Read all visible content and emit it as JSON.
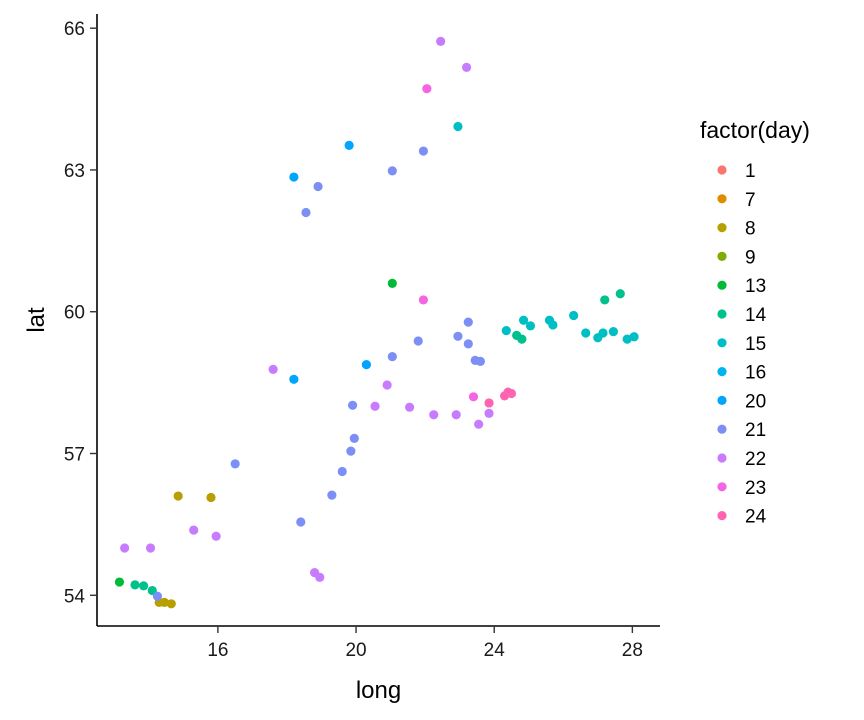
{
  "chart_data": {
    "type": "scatter",
    "xlabel": "long",
    "ylabel": "lat",
    "xlim": [
      12.5,
      28.8
    ],
    "ylim": [
      53.35,
      66.3
    ],
    "x_ticks": [
      16,
      20,
      24,
      28
    ],
    "y_ticks": [
      54,
      57,
      60,
      63,
      66
    ],
    "grid": false,
    "legend": {
      "title": "factor(day)",
      "placement": "right"
    },
    "series": [
      {
        "name": "1",
        "color": "#F8766D",
        "points": []
      },
      {
        "name": "7",
        "color": "#DE8C00",
        "points": []
      },
      {
        "name": "8",
        "color": "#B79F00",
        "points": [
          [
            14.3,
            53.85
          ],
          [
            14.45,
            53.85
          ],
          [
            14.65,
            53.82
          ],
          [
            14.85,
            56.1
          ],
          [
            15.8,
            56.07
          ]
        ]
      },
      {
        "name": "9",
        "color": "#7CAE00",
        "points": []
      },
      {
        "name": "13",
        "color": "#00BA38",
        "points": [
          [
            13.15,
            54.28
          ],
          [
            21.05,
            60.6
          ]
        ]
      },
      {
        "name": "14",
        "color": "#00C08B",
        "points": [
          [
            13.6,
            54.22
          ],
          [
            13.85,
            54.2
          ],
          [
            14.1,
            54.1
          ],
          [
            24.65,
            59.5
          ],
          [
            24.8,
            59.42
          ],
          [
            27.2,
            60.25
          ],
          [
            27.65,
            60.38
          ]
        ]
      },
      {
        "name": "15",
        "color": "#00BFC4",
        "points": [
          [
            22.95,
            63.92
          ],
          [
            24.35,
            59.6
          ],
          [
            24.85,
            59.82
          ],
          [
            25.05,
            59.7
          ],
          [
            25.6,
            59.82
          ],
          [
            25.7,
            59.72
          ],
          [
            26.3,
            59.92
          ],
          [
            26.65,
            59.55
          ],
          [
            27.0,
            59.45
          ],
          [
            27.15,
            59.55
          ],
          [
            27.45,
            59.58
          ],
          [
            27.85,
            59.42
          ],
          [
            28.05,
            59.47
          ]
        ]
      },
      {
        "name": "16",
        "color": "#00B4F0",
        "points": []
      },
      {
        "name": "20",
        "color": "#00A5FF",
        "points": [
          [
            18.2,
            62.85
          ],
          [
            19.8,
            63.52
          ],
          [
            18.2,
            58.57
          ],
          [
            20.3,
            58.88
          ]
        ]
      },
      {
        "name": "21",
        "color": "#7B8FF7",
        "points": [
          [
            18.55,
            62.1
          ],
          [
            18.9,
            62.65
          ],
          [
            21.05,
            62.98
          ],
          [
            21.95,
            63.4
          ],
          [
            16.5,
            56.78
          ],
          [
            18.4,
            55.55
          ],
          [
            19.3,
            56.12
          ],
          [
            19.6,
            56.62
          ],
          [
            19.85,
            57.05
          ],
          [
            19.95,
            57.32
          ],
          [
            19.9,
            58.02
          ],
          [
            21.05,
            59.05
          ],
          [
            21.8,
            59.38
          ],
          [
            22.95,
            59.48
          ],
          [
            23.25,
            59.78
          ],
          [
            23.25,
            59.32
          ],
          [
            23.45,
            58.97
          ],
          [
            23.6,
            58.95
          ],
          [
            14.25,
            53.98
          ]
        ]
      },
      {
        "name": "22",
        "color": "#C77CFF",
        "points": [
          [
            22.45,
            65.72
          ],
          [
            23.2,
            65.17
          ],
          [
            13.3,
            55.0
          ],
          [
            14.05,
            55.0
          ],
          [
            15.3,
            55.38
          ],
          [
            15.95,
            55.25
          ],
          [
            18.8,
            54.48
          ],
          [
            18.95,
            54.38
          ],
          [
            17.6,
            58.78
          ],
          [
            20.55,
            58.0
          ],
          [
            20.9,
            58.45
          ],
          [
            21.55,
            57.98
          ],
          [
            22.25,
            57.82
          ],
          [
            22.9,
            57.82
          ],
          [
            23.55,
            57.62
          ],
          [
            23.85,
            57.85
          ]
        ]
      },
      {
        "name": "23",
        "color": "#F564E3",
        "points": [
          [
            22.05,
            64.72
          ],
          [
            21.95,
            60.25
          ],
          [
            23.4,
            58.2
          ]
        ]
      },
      {
        "name": "24",
        "color": "#FF64B0",
        "points": [
          [
            23.85,
            58.07
          ],
          [
            24.3,
            58.22
          ],
          [
            24.4,
            58.3
          ],
          [
            24.5,
            58.27
          ]
        ]
      }
    ]
  }
}
